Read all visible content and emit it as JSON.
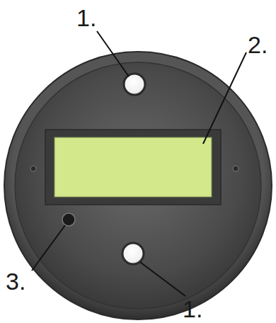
{
  "diagram": {
    "labels": [
      "1.",
      "2.",
      "3.",
      "1."
    ]
  }
}
